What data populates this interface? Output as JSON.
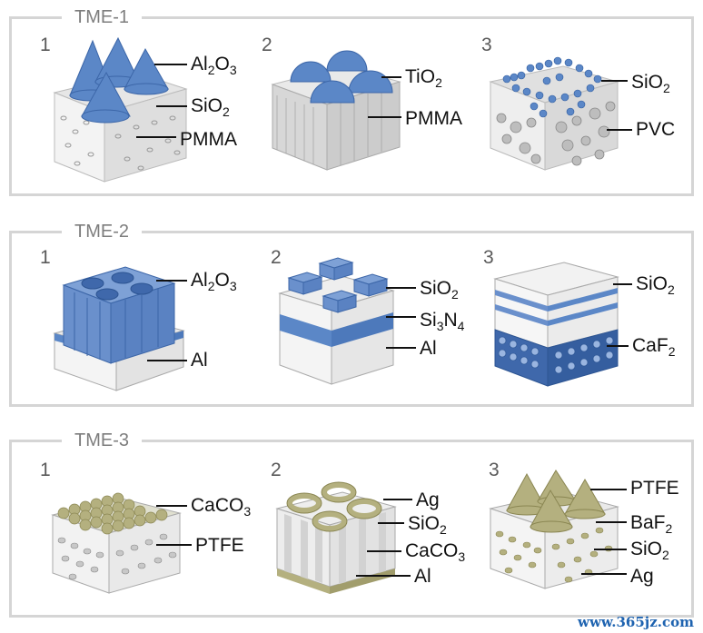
{
  "groups": [
    {
      "title": "TME-1",
      "panels": [
        {
          "number": "1",
          "labels": [
            {
              "main": "Al",
              "sub": "2",
              "main2": "O",
              "sub2": "3"
            },
            {
              "main": "SiO",
              "sub": "2",
              "main2": "",
              "sub2": ""
            },
            {
              "main": "PMMA",
              "sub": "",
              "main2": "",
              "sub2": ""
            }
          ]
        },
        {
          "number": "2",
          "labels": [
            {
              "main": "TiO",
              "sub": "2",
              "main2": "",
              "sub2": ""
            },
            {
              "main": "PMMA",
              "sub": "",
              "main2": "",
              "sub2": ""
            }
          ]
        },
        {
          "number": "3",
          "labels": [
            {
              "main": "SiO",
              "sub": "2",
              "main2": "",
              "sub2": ""
            },
            {
              "main": "PVC",
              "sub": "",
              "main2": "",
              "sub2": ""
            }
          ]
        }
      ]
    },
    {
      "title": "TME-2",
      "panels": [
        {
          "number": "1",
          "labels": [
            {
              "main": "Al",
              "sub": "2",
              "main2": "O",
              "sub2": "3"
            },
            {
              "main": "Al",
              "sub": "",
              "main2": "",
              "sub2": ""
            }
          ]
        },
        {
          "number": "2",
          "labels": [
            {
              "main": "SiO",
              "sub": "2",
              "main2": "",
              "sub2": ""
            },
            {
              "main": "Si",
              "sub": "3",
              "main2": "N",
              "sub2": "4"
            },
            {
              "main": "Al",
              "sub": "",
              "main2": "",
              "sub2": ""
            }
          ]
        },
        {
          "number": "3",
          "labels": [
            {
              "main": "SiO",
              "sub": "2",
              "main2": "",
              "sub2": ""
            },
            {
              "main": "CaF",
              "sub": "2",
              "main2": "",
              "sub2": ""
            }
          ]
        }
      ]
    },
    {
      "title": "TME-3",
      "panels": [
        {
          "number": "1",
          "labels": [
            {
              "main": "CaCO",
              "sub": "3",
              "main2": "",
              "sub2": ""
            },
            {
              "main": "PTFE",
              "sub": "",
              "main2": "",
              "sub2": ""
            }
          ]
        },
        {
          "number": "2",
          "labels": [
            {
              "main": "Ag",
              "sub": "",
              "main2": "",
              "sub2": ""
            },
            {
              "main": "SiO",
              "sub": "2",
              "main2": "",
              "sub2": ""
            },
            {
              "main": "CaCO",
              "sub": "3",
              "main2": "",
              "sub2": ""
            },
            {
              "main": "Al",
              "sub": "",
              "main2": "",
              "sub2": ""
            }
          ]
        },
        {
          "number": "3",
          "labels": [
            {
              "main": "PTFE",
              "sub": "",
              "main2": "",
              "sub2": ""
            },
            {
              "main": "BaF",
              "sub": "2",
              "main2": "",
              "sub2": ""
            },
            {
              "main": "SiO",
              "sub": "2",
              "main2": "",
              "sub2": ""
            },
            {
              "main": "Ag",
              "sub": "",
              "main2": "",
              "sub2": ""
            }
          ]
        }
      ]
    }
  ],
  "watermark": "www.365jz.com",
  "colors": {
    "blue": "#5b87c7",
    "olive": "#b4b07f",
    "frame": "#d5d5d5",
    "title": "#7d7d7d"
  }
}
